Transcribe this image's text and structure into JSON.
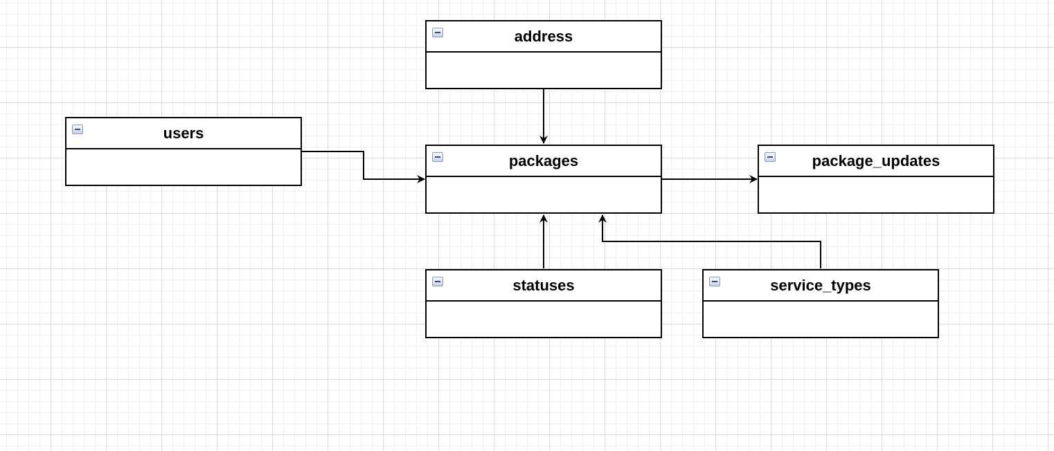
{
  "diagram": {
    "entities": [
      {
        "id": "address",
        "title": "address"
      },
      {
        "id": "users",
        "title": "users"
      },
      {
        "id": "packages",
        "title": "packages"
      },
      {
        "id": "package_updates",
        "title": "package_updates"
      },
      {
        "id": "statuses",
        "title": "statuses"
      },
      {
        "id": "service_types",
        "title": "service_types"
      }
    ],
    "relations": [
      {
        "from": "address",
        "to": "packages"
      },
      {
        "from": "users",
        "to": "packages"
      },
      {
        "from": "packages",
        "to": "package_updates"
      },
      {
        "from": "statuses",
        "to": "packages"
      },
      {
        "from": "service_types",
        "to": "packages"
      }
    ],
    "icons": {
      "collapse": "collapse-minus-icon"
    },
    "colors": {
      "line": "#000000",
      "grid_major": "#d9d9d9",
      "grid_minor": "#f1f1f1",
      "box_fill": "#ffffff"
    }
  }
}
